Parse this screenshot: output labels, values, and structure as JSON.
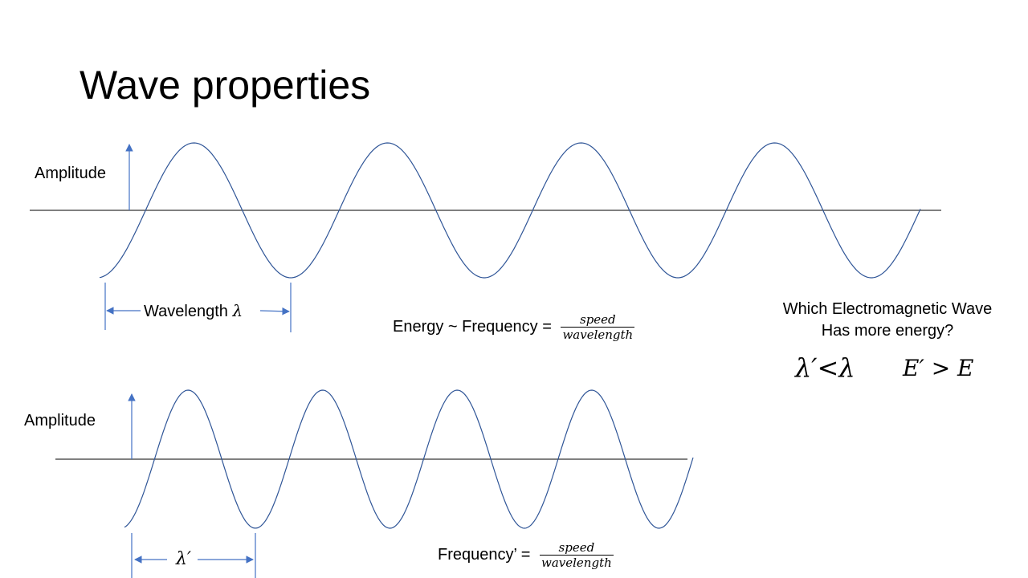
{
  "slide": {
    "title": "Wave properties"
  },
  "wave_top": {
    "amplitude_label": "Amplitude",
    "wavelength_label": "Wavelength",
    "wavelength_symbol": "λ"
  },
  "wave_bottom": {
    "amplitude_label": "Amplitude",
    "wavelength_symbol": "λ′"
  },
  "energy_formula": {
    "lhs": "Energy ~ Frequency =",
    "numerator": "speed",
    "denominator": "wavelength"
  },
  "frequency_formula": {
    "lhs": "Frequency’ =",
    "numerator": "speed",
    "denominator": "wavelength"
  },
  "question": {
    "line1": "Which Electromagnetic Wave",
    "line2": "Has more energy?"
  },
  "comparison": {
    "wavelength_relation": "λ′<λ",
    "energy_relation": "E′ > E"
  },
  "colors": {
    "wave": "#2F5597",
    "axis": "#000000",
    "arrow": "#4472C4"
  }
}
